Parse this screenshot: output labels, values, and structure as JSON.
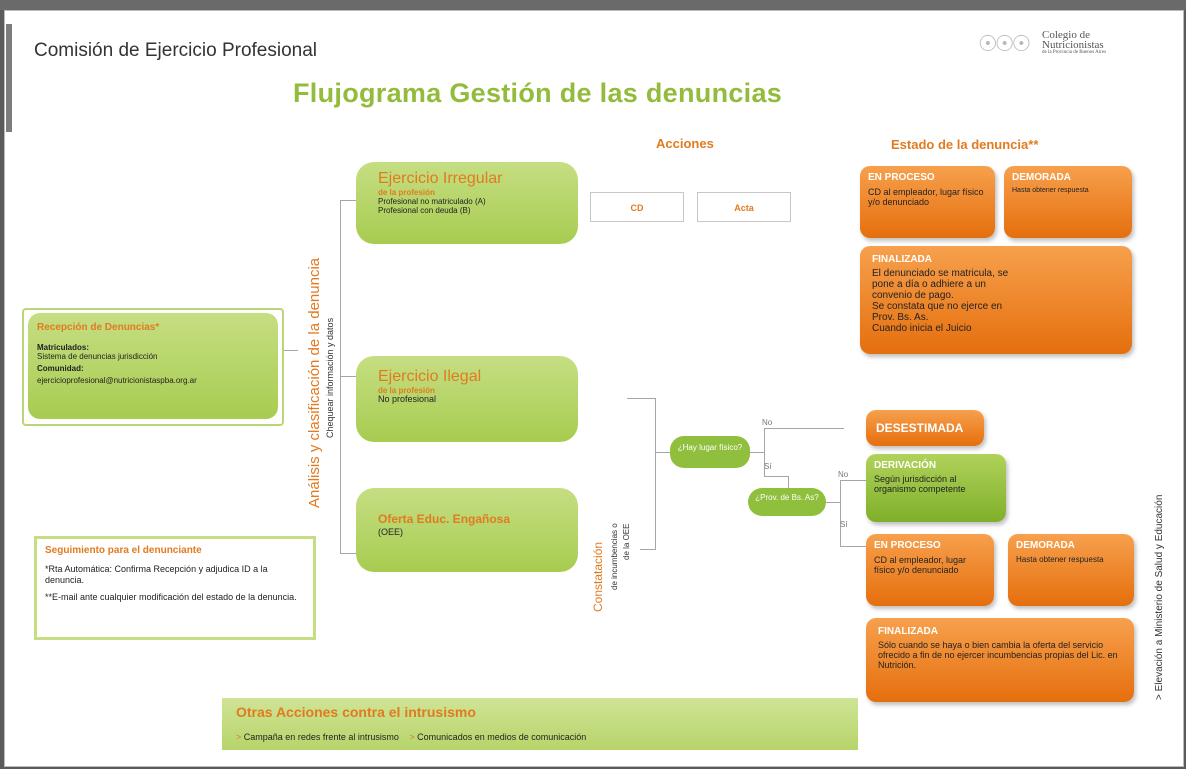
{
  "header": {
    "title": "Comisión de Ejercicio Profesional",
    "logo_line1": "Colegio de",
    "logo_line2": "Nutricionistas",
    "logo_line3": "de la Provincia de Buenos Aires"
  },
  "title": "Flujograma Gestión de las denuncias",
  "columns": {
    "acciones": "Acciones",
    "estado": "Estado de la denuncia**"
  },
  "recepcion": {
    "title": "Recepción de Denuncias*",
    "matriculados_label": "Matriculados:",
    "matriculados_text": "Sistema de denuncias jurisdicción",
    "comunidad_label": "Comunidad:",
    "comunidad_text": "ejercicioprofesional@nutricionistaspba.org.ar"
  },
  "analisis": {
    "title": "Análisis y clasificación de la denuncia",
    "sub": "Chequear información y datos"
  },
  "irregular": {
    "title": "Ejercicio Irregular",
    "sub": "de la profesión",
    "line1": "Profesional no matriculado (A)",
    "line2": "Profesional con deuda (B)"
  },
  "acciones": {
    "cd": "CD",
    "acta": "Acta"
  },
  "ilegal": {
    "title": "Ejercicio Ilegal",
    "sub": "de la profesión",
    "line1": "No profesional"
  },
  "oferta": {
    "title": "Oferta Educ. Engañosa",
    "line1": "(OEE)"
  },
  "constatacion": {
    "title": "Constatación",
    "sub1": "de incumbencias o",
    "sub2": "de la OEE"
  },
  "decision1": {
    "text": "¿Hay lugar físico?",
    "no": "No",
    "si": "Sí"
  },
  "decision2": {
    "text": "¿Prov. de Bs. As?",
    "no": "No",
    "si": "Sí"
  },
  "estado_top": {
    "proceso_title": "EN PROCESO",
    "proceso_text": "CD al empleador, lugar físico y/o denunciado",
    "demorada_title": "DEMORADA",
    "demorada_text": "Hasta obtener respuesta",
    "finalizada_title": "FINALIZADA",
    "finalizada_lines": [
      "El denunciado se matricula, se",
      "pone a día o adhiere a un",
      "convenio de pago.",
      "Se constata que no ejerce en",
      "Prov. Bs. As.",
      "Cuando inicia el Juicio"
    ]
  },
  "desestimada": "DESESTIMADA",
  "derivacion": {
    "title": "DERIVACIÓN",
    "text": "Según jurisdicción al organismo competente"
  },
  "estado_bottom": {
    "proceso_title": "EN PROCESO",
    "proceso_text": "CD al empleador, lugar físico y/o denunciado",
    "demorada_title": "DEMORADA",
    "demorada_text": "Hasta obtener respuesta",
    "finalizada_title": "FINALIZADA",
    "finalizada_text": "Sólo cuando se haya o bien cambia la oferta del servicio ofrecido a fin de no ejercer incumbencias propias del Lic. en Nutrición."
  },
  "elevacion": "> Elevación a Ministerio de Salud y Educación",
  "seguimiento": {
    "title": "Seguimiento para el denunciante",
    "line1": "*Rta Automática: Confirma Recepción y adjudica ID a la denuncia.",
    "line2": "**E-mail ante cualquier modificación del estado de la denuncia."
  },
  "otras": {
    "title": "Otras Acciones contra el intrusismo",
    "item1": "Campaña en redes frente al intrusismo",
    "item2": "Comunicados en medios de comunicación",
    "bullet": ">"
  },
  "colors": {
    "green": "#93bb3c",
    "orange": "#e27a1f"
  }
}
